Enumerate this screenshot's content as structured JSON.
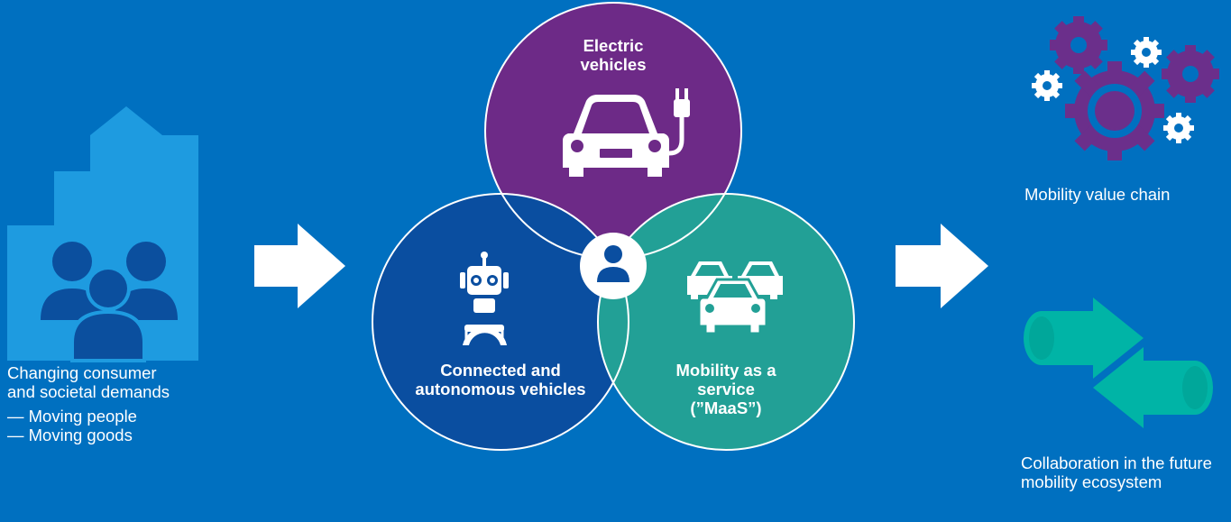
{
  "left": {
    "title": "Changing consumer and societal demands",
    "items": [
      "— Moving people",
      "— Moving goods"
    ]
  },
  "center": {
    "electric": "Electric vehicles",
    "connected": "Connected and autonomous vehicles",
    "maas": "Mobility as a service (”MaaS”)"
  },
  "right": {
    "value_chain": "Mobility value chain",
    "collaboration": "Collaboration in the future mobility ecosystem"
  },
  "colors": {
    "background": "#0070c0",
    "purple": "#6d2a87",
    "dark_blue": "#0a4ea0",
    "teal": "#22a096",
    "light_blue": "#1e9be0",
    "mid_blue": "#0b4f9e",
    "gear_purple": "#6b2f8b",
    "green": "#00b4a6"
  },
  "icons": {
    "city": "city-people-icon",
    "electric": "electric-car-plug-icon",
    "robot": "robot-driver-icon",
    "maas": "cars-fleet-icon",
    "user": "user-icon",
    "gears": "gears-icon",
    "collaboration": "collaboration-arrows-icon"
  }
}
